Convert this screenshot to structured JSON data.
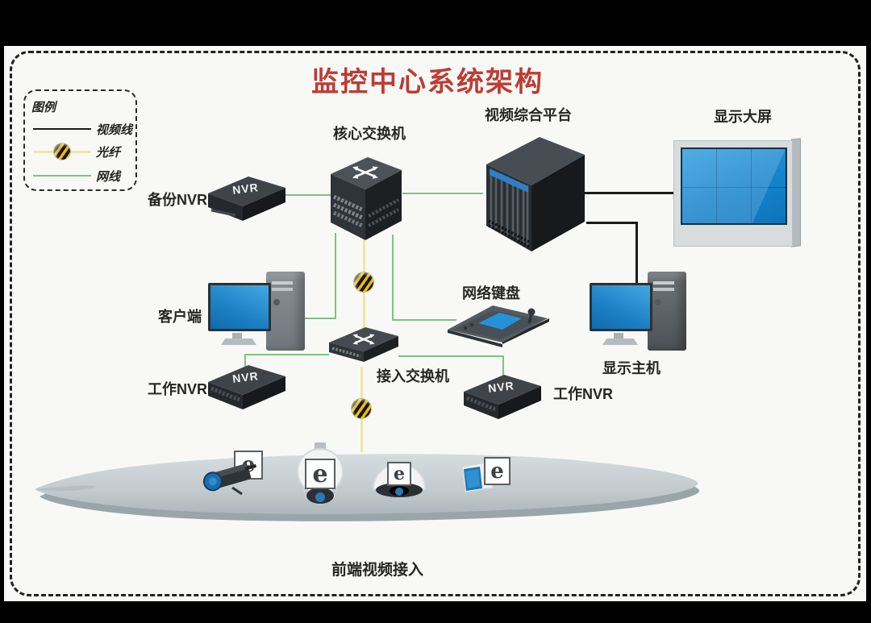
{
  "title": {
    "text": "监控中心系统架构",
    "color": "#bd3c35"
  },
  "legend": {
    "title": "图例",
    "items": [
      {
        "label": "视频线",
        "type": "video-line",
        "color": "#1c1c1c"
      },
      {
        "label": "光纤",
        "type": "fiber",
        "color": "#efe9a0"
      },
      {
        "label": "网线",
        "type": "network-cable",
        "color": "#7cc47f"
      }
    ]
  },
  "nodes": {
    "backup_nvr": {
      "label": "备份NVR"
    },
    "core_switch": {
      "label": "核心交换机"
    },
    "video_platform": {
      "label": "视频综合平台"
    },
    "video_wall": {
      "label": "显示大屏"
    },
    "client": {
      "label": "客户端"
    },
    "network_keyboard": {
      "label": "网络键盘"
    },
    "display_host": {
      "label": "显示主机"
    },
    "work_nvr_left": {
      "label": "工作NVR"
    },
    "access_switch": {
      "label": "接入交换机"
    },
    "work_nvr_right": {
      "label": "工作NVR"
    },
    "frontend_access": {
      "label": "前端视频接入"
    }
  },
  "device_badge": {
    "nvr": "NVR",
    "camera": "e"
  },
  "colors": {
    "network_line": "#7cc47f",
    "fiber_line": "#ede8a0",
    "video_line": "#1b1b1b",
    "screen_blue": "#1b84c8",
    "platform_gray": "#c8cfd2"
  },
  "connections": [
    {
      "from": "备份NVR",
      "to": "核心交换机",
      "type": "网线"
    },
    {
      "from": "核心交换机",
      "to": "视频综合平台",
      "type": "网线"
    },
    {
      "from": "核心交换机",
      "to": "客户端",
      "type": "网线"
    },
    {
      "from": "核心交换机",
      "to": "网络键盘",
      "type": "网线"
    },
    {
      "from": "核心交换机",
      "to": "接入交换机",
      "type": "光纤"
    },
    {
      "from": "接入交换机",
      "to": "前端视频接入",
      "type": "光纤"
    },
    {
      "from": "接入交换机",
      "to": "工作NVR (左)",
      "type": "网线"
    },
    {
      "from": "接入交换机",
      "to": "工作NVR (右)",
      "type": "网线"
    },
    {
      "from": "视频综合平台",
      "to": "显示大屏",
      "type": "视频线"
    },
    {
      "from": "视频综合平台",
      "to": "显示主机",
      "type": "视频线"
    }
  ]
}
